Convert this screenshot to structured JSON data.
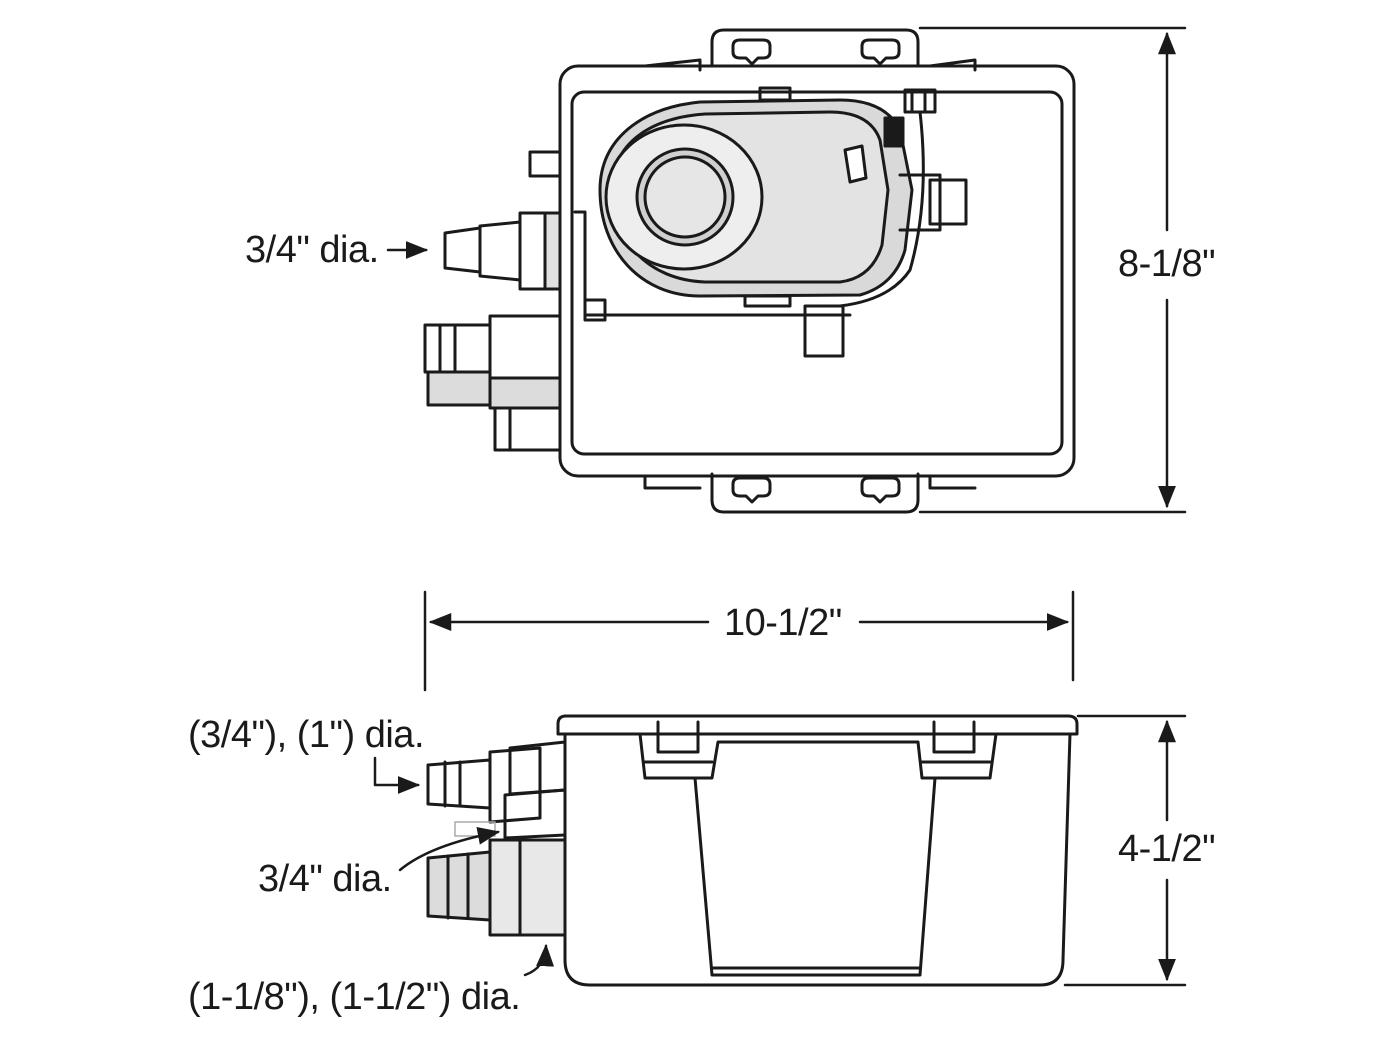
{
  "top_view": {
    "inlet_label": "3/4\" dia.",
    "height_dimension": "8-1/8\""
  },
  "width_dimension": "10-1/2\"",
  "side_view": {
    "upper_ports_label": "(3/4\"), (1\") dia.",
    "middle_port_label": "3/4\" dia.",
    "lower_ports_label": "(1-1/8\"), (1-1/2\") dia.",
    "height_dimension": "4-1/2\""
  },
  "colors": {
    "line": "#1a1a1a",
    "pump_fill": "#d9d9d9",
    "port_fill": "#dcdcdc",
    "background": "#ffffff"
  }
}
